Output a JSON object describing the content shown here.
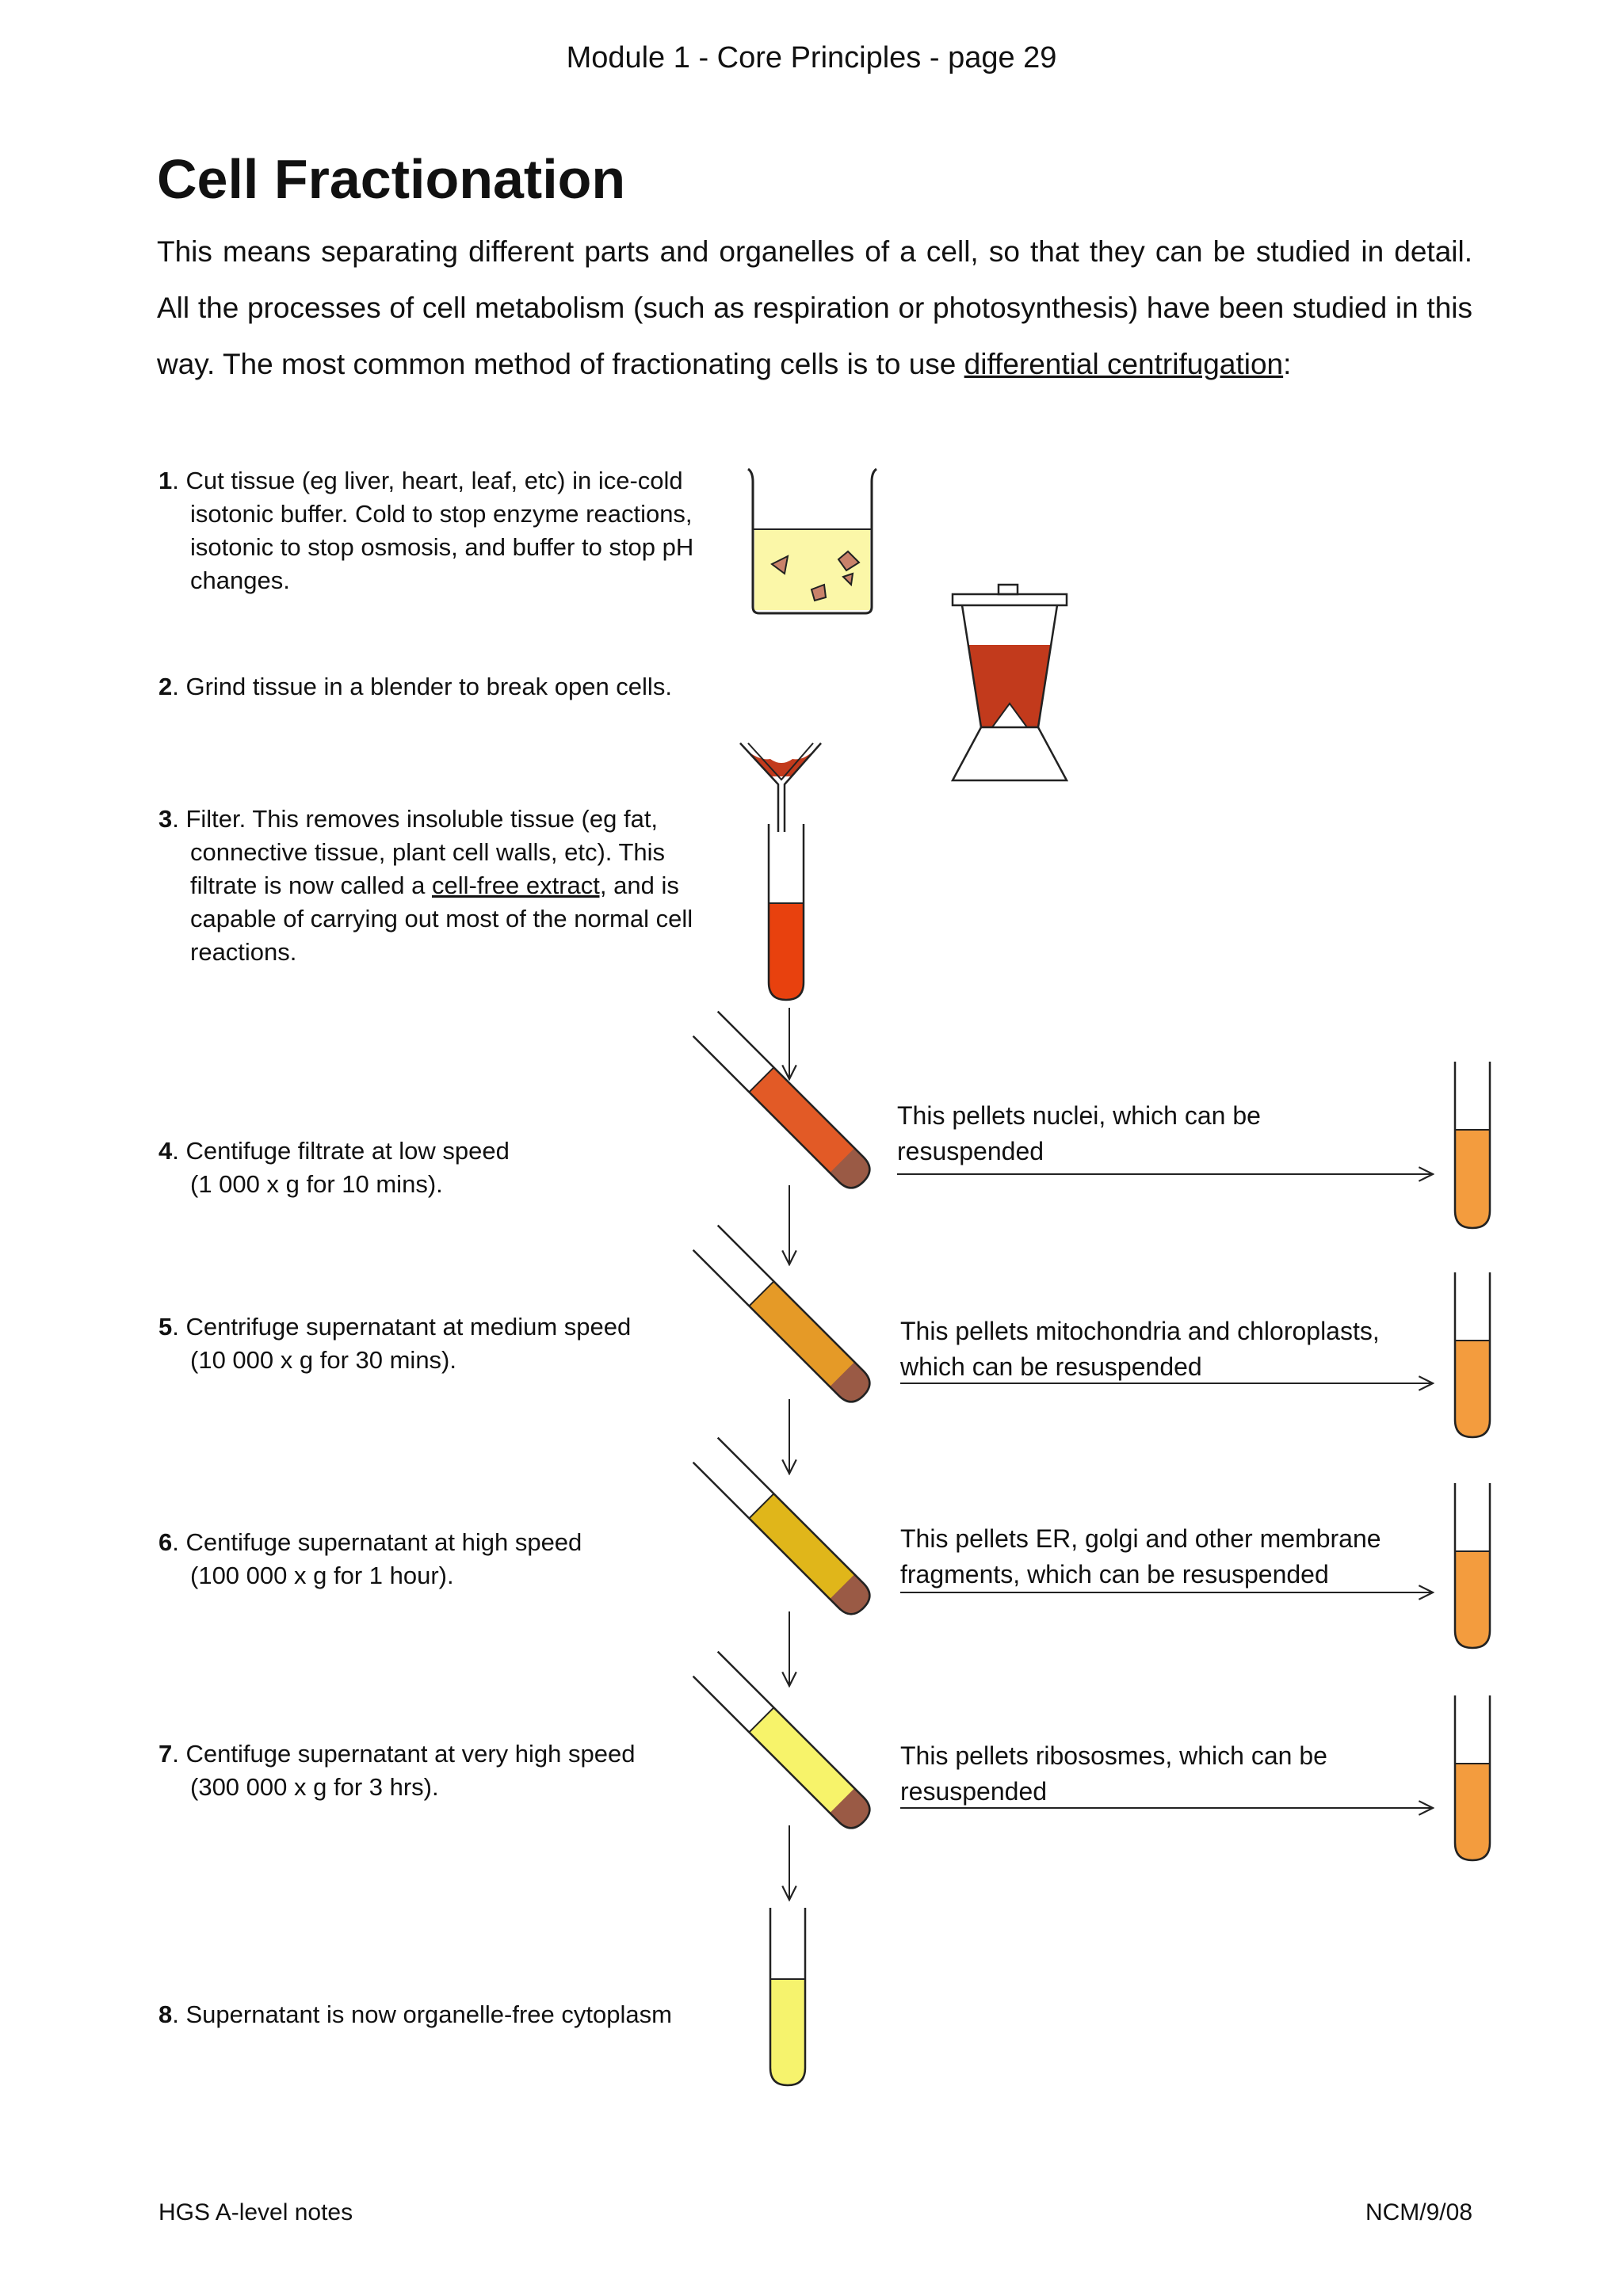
{
  "header": "Module 1 - Core Principles - page 29",
  "title": "Cell Fractionation",
  "intro": {
    "text_before": "This means separating different parts and organelles of a cell, so that they can be studied in detail. All the processes of cell metabolism (such as respiration or photosynthesis) have been studied in this way. The most common method of fractionating cells is to use ",
    "underlined": "differential centrifugation",
    "text_after": ":"
  },
  "steps": {
    "s1": {
      "num": "1",
      "line1": ". Cut tissue (eg liver, heart, leaf, etc) in ice-cold",
      "line2": "isotonic buffer. Cold to stop enzyme reactions,",
      "line3": "isotonic to stop osmosis, and buffer to stop pH",
      "line4": "changes."
    },
    "s2": {
      "num": "2",
      "line1": ". Grind tissue in a blender to break open cells."
    },
    "s3": {
      "num": "3",
      "line1": ". Filter. This removes insoluble tissue (eg fat,",
      "line2": "connective tissue, plant cell walls, etc). This",
      "line3a": "filtrate is now called a ",
      "line3u": "cell-free extract,",
      "line3b": " and is",
      "line4": "capable of carrying out most of the normal cell",
      "line5": "reactions."
    },
    "s4": {
      "num": "4",
      "line1": ". Centifuge filtrate at low speed",
      "line2": "(1 000 x g for 10 mins)."
    },
    "s5": {
      "num": "5",
      "line1": ". Centrifuge supernatant at medium speed",
      "line2": "(10 000 x g for 30 mins)."
    },
    "s6": {
      "num": "6",
      "line1": ". Centifuge supernatant at high speed",
      "line2": "(100 000 x g for 1 hour)."
    },
    "s7": {
      "num": "7",
      "line1": ". Centifuge supernatant at very high speed",
      "line2": "(300 000 x g for 3 hrs)."
    },
    "s8": {
      "num": "8",
      "line1": ". Supernatant is now organelle-free cytoplasm"
    }
  },
  "notes": {
    "n4": {
      "line1": "This pellets nuclei, which  can be",
      "line2": "resuspended"
    },
    "n5": {
      "line1": "This pellets mitochondria and chloroplasts,",
      "line2": "which can be resuspended"
    },
    "n6": {
      "line1": "This pellets ER, golgi and other membrane",
      "line2": "fragments, which  can be resuspended"
    },
    "n7": {
      "line1": "This pellets ribososmes, which can be",
      "line2": "resuspended"
    }
  },
  "colors": {
    "buffer": "#fbf7a8",
    "tissue": "#c9826a",
    "blender_liquid": "#c23a1c",
    "filtrate": "#e8410e",
    "tube4": "#e25a26",
    "tube5": "#e59a27",
    "tube6": "#e0b61a",
    "tube7": "#f7f36a",
    "pellet": "#9a5a45",
    "resuspended": "#f39c3e",
    "cytoplasm": "#f6f36d"
  },
  "footer": {
    "left": "HGS A-level notes",
    "right": "NCM/9/08"
  }
}
